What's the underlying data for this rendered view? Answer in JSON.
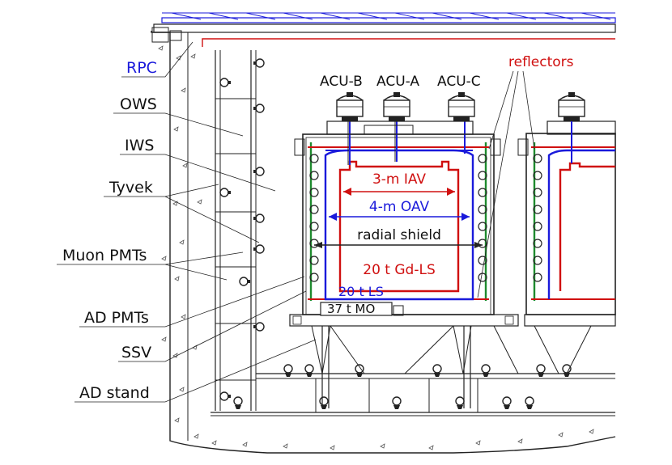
{
  "labels": {
    "rpc": "RPC",
    "ows": "OWS",
    "iws": "IWS",
    "tyvek": "Tyvek",
    "muon_pmts": "Muon PMTs",
    "ad_pmts": "AD PMTs",
    "ssv": "SSV",
    "ad_stand": "AD stand",
    "reflectors": "reflectors"
  },
  "acus": [
    "ACU-B",
    "ACU-A",
    "ACU-C"
  ],
  "detector": {
    "iav": "3-m IAV",
    "oav": "4-m OAV",
    "radial_shield": "radial shield",
    "gdls": "20 t Gd-LS",
    "ls": "20 t LS",
    "mo": "37 t MO"
  },
  "colors": {
    "line": "#222222",
    "blue": "#1a1adb",
    "red": "#d01010",
    "green": "#1e8a2e",
    "concrete_mark": "#555555"
  }
}
